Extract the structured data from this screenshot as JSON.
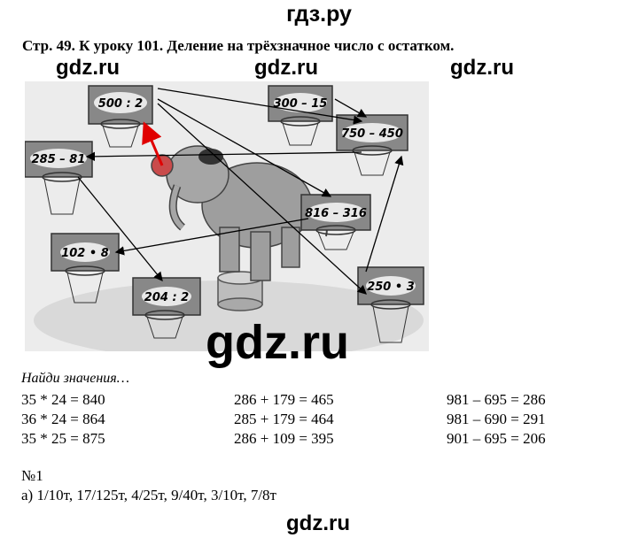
{
  "site_title": "гдз.ру",
  "heading": "Стр. 49.  К уроку 101. Деление на трёхзначное число с остатком.",
  "watermarks": [
    "gdz.ru",
    "gdz.ru",
    "gdz.ru",
    "gdz.ru",
    "gdz.ru"
  ],
  "boards": [
    "500 : 2",
    "300 – 15",
    "750 – 450",
    "285 – 81",
    "816 – 316",
    "102 • 8",
    "204 : 2",
    "250 • 3"
  ],
  "task_label": "Найди значения…",
  "columns": [
    [
      "35 * 24 = 840",
      "36 * 24 = 864",
      "35 * 25 = 875"
    ],
    [
      "286 + 179 = 465",
      "285 + 179 = 464",
      "286 + 109 = 395"
    ],
    [
      "981 – 695 = 286",
      "981 – 690 = 291",
      "901 – 695 = 206"
    ]
  ],
  "exercise_number": "№1",
  "exercise_answer": "а) 1/10т, 17/125т, 4/25т, 9/40т, 3/10т, 7/8т"
}
